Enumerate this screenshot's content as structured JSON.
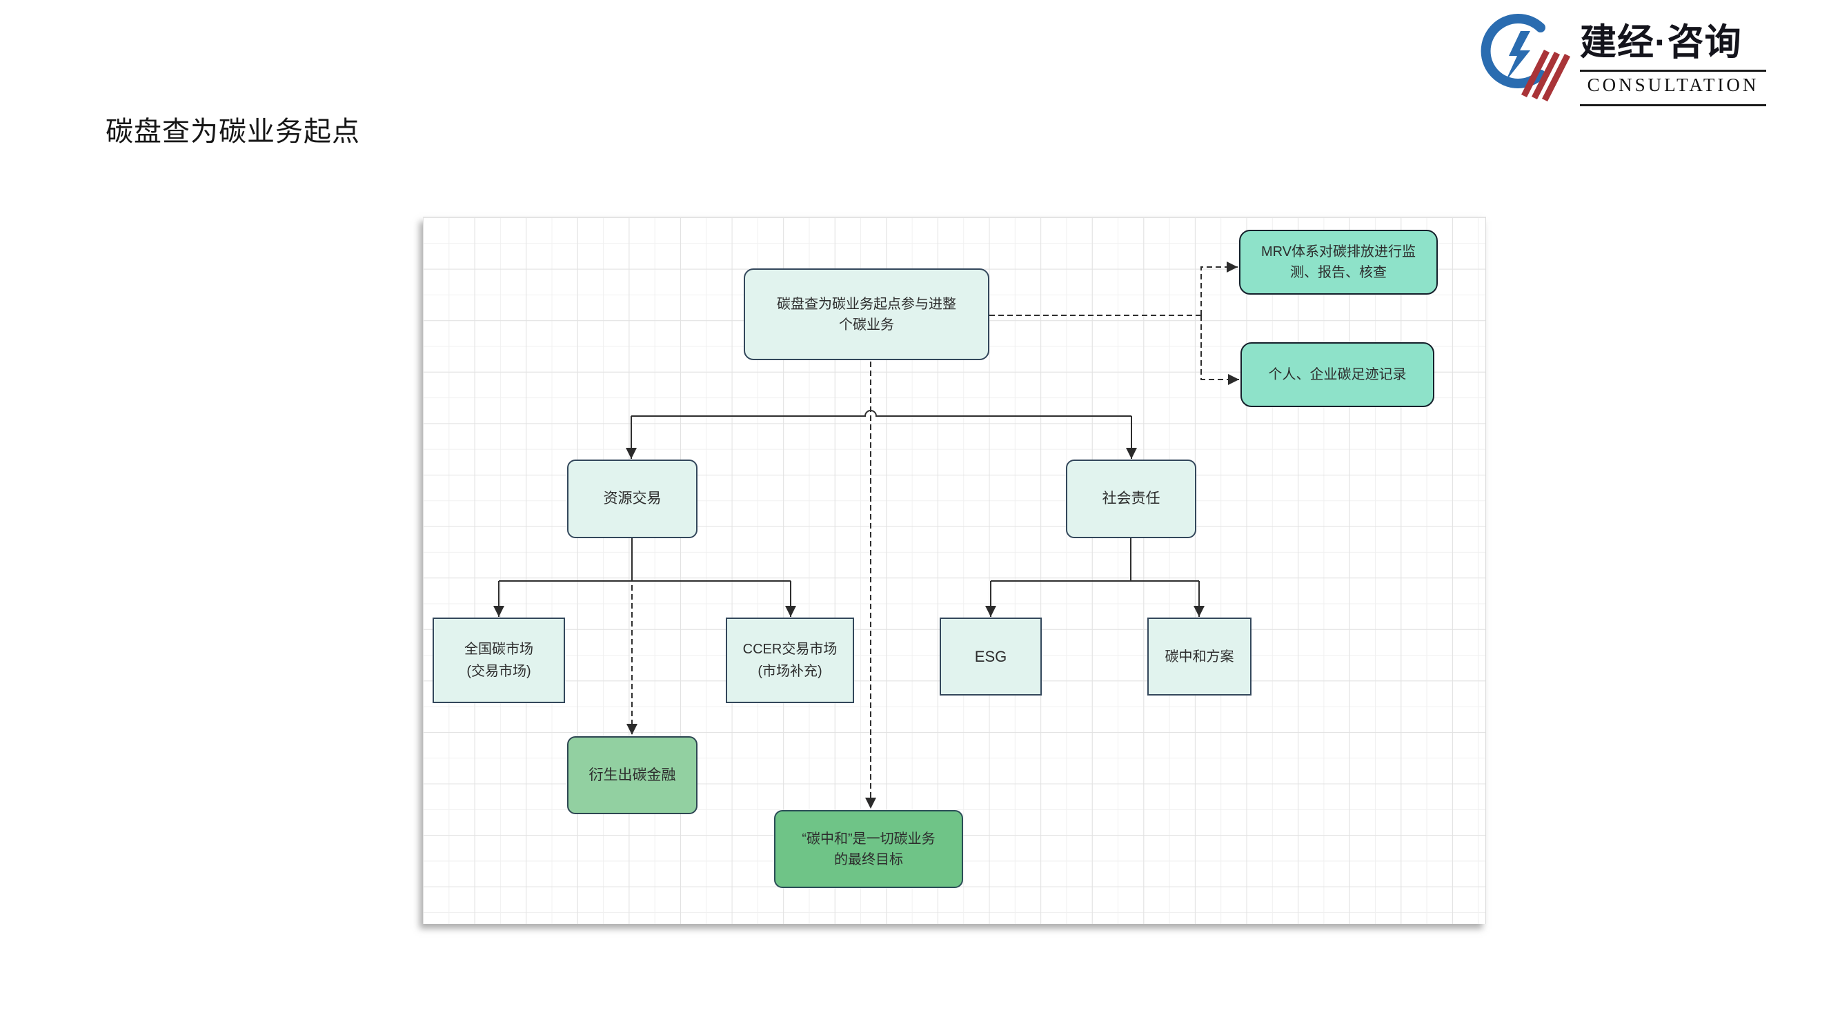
{
  "slide": {
    "title": "碳盘查为碳业务起点"
  },
  "logo": {
    "brand": "建经·咨询",
    "subtitle": "CONSULTATION"
  },
  "colors": {
    "pale_node_fill": "#e1f3ee",
    "mint_node_fill": "#8ee2c9",
    "green_node_fill": "#92d0a1",
    "dark_green_node_fill": "#6fc487",
    "node_border": "#33475b",
    "connector_line": "#2e2e2e",
    "logo_blue": "#2a6cb0",
    "logo_red": "#a93438"
  },
  "diagram": {
    "nodes": {
      "root": {
        "label": "碳盘查为碳业务起点参与进整个碳业务"
      },
      "mrv": {
        "label": "MRV体系对碳排放进行监测、报告、核查"
      },
      "footprint": {
        "label": "个人、企业碳足迹记录"
      },
      "resource": {
        "label": "资源交易"
      },
      "social": {
        "label": "社会责任"
      },
      "national_market": {
        "label": "全国碳市场\n(交易市场)"
      },
      "ccer_market": {
        "label": "CCER交易市场\n(市场补充)"
      },
      "esg": {
        "label": "ESG"
      },
      "neutrality_plan": {
        "label": "碳中和方案"
      },
      "carbon_finance": {
        "label": "衍生出碳金融"
      },
      "final_goal": {
        "label": "“碳中和”是一切碳业务的最终目标"
      }
    }
  }
}
